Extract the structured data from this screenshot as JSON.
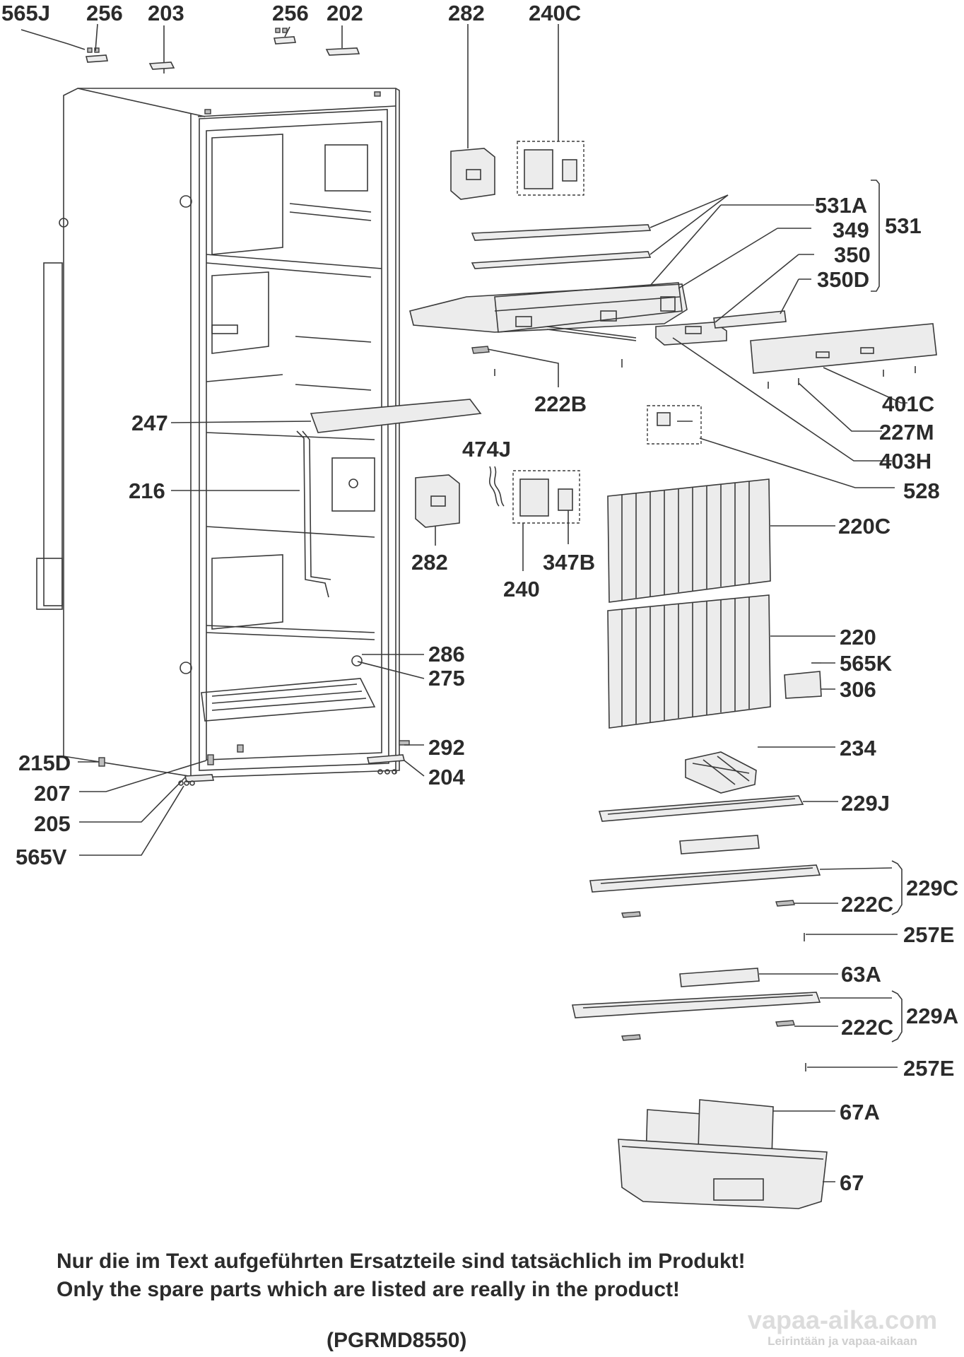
{
  "labels": {
    "l565J_top": "565J",
    "l256_a": "256",
    "l203": "203",
    "l256_b": "256",
    "l202": "202",
    "l282_top": "282",
    "l240C": "240C",
    "l531A": "531A",
    "l531": "531",
    "l349": "349",
    "l350": "350",
    "l350D": "350D",
    "l222B": "222B",
    "l401C": "401C",
    "l227M": "227M",
    "l403H": "403H",
    "l247": "247",
    "l474J": "474J",
    "l216": "216",
    "l528": "528",
    "l220C": "220C",
    "l282_mid": "282",
    "l347B": "347B",
    "l240": "240",
    "l220": "220",
    "l565K": "565K",
    "l286": "286",
    "l275": "275",
    "l306": "306",
    "l292": "292",
    "l234": "234",
    "l215D": "215D",
    "l204": "204",
    "l207": "207",
    "l205": "205",
    "l565V": "565V",
    "l229J": "229J",
    "l229C": "229C",
    "l222C_a": "222C",
    "l257E_a": "257E",
    "l63A": "63A",
    "l229A": "229A",
    "l222C_b": "222C",
    "l257E_b": "257E",
    "l67A": "67A",
    "l67": "67"
  },
  "notes": {
    "german": "Nur die im Text aufgeführten Ersatzteile sind tatsächlich im Produkt!",
    "english": "Only the spare parts which are listed are really in the product!",
    "model": "(PGRMD8550)"
  },
  "watermark": {
    "site": "vapaa-aika.com",
    "tagline": "Leirintään ja vapaa-aikaan"
  }
}
